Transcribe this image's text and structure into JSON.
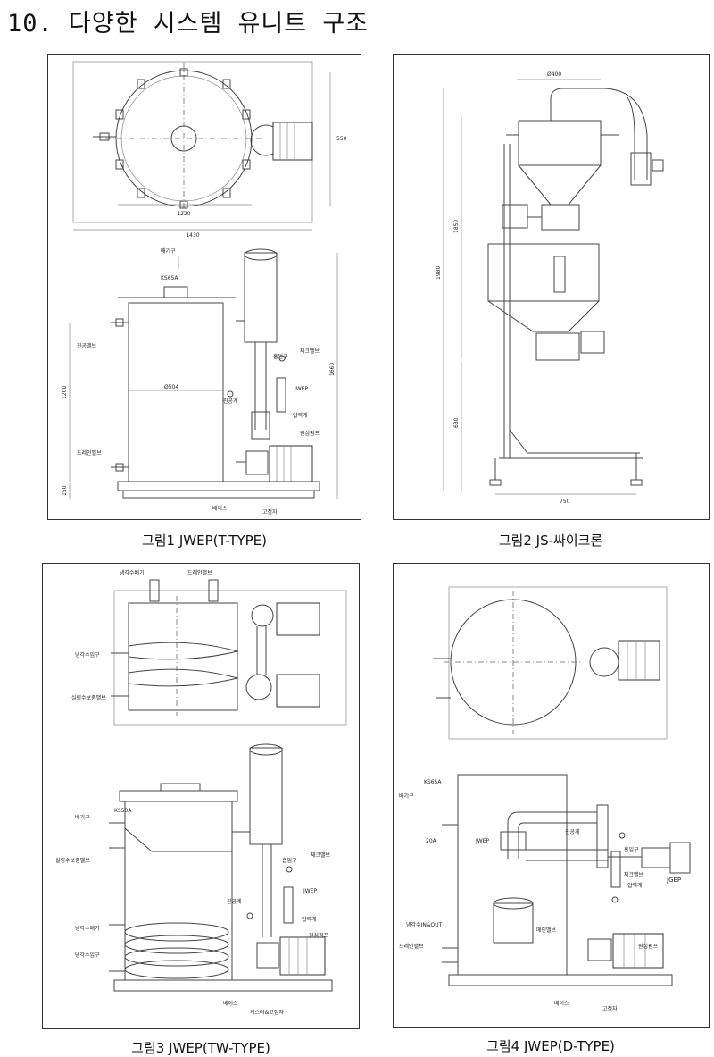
{
  "title": "10. 다양한 시스템 유니트 구조",
  "figures": [
    {
      "caption": "그림1 JWEP(T-TYPE)",
      "labels": {
        "exhaust": "배기구",
        "ks_top": "KS65A",
        "vacuum_valve": "진공밸브",
        "drain_valve": "드레인밸브",
        "inlet": "흡입구",
        "check_valve": "체크밸브",
        "vacuum_gauge": "진공계",
        "jwep": "JWEP",
        "pressure_gauge": "압력계",
        "pump": "원심펌프",
        "base": "베이스",
        "stand": "고정자",
        "dim_width1": "1220",
        "dim_width2": "1430",
        "dim_height_top": "550",
        "dim_dia": "Ø504",
        "dim_h1": "1200",
        "dim_h2": "1660",
        "dim_base": "150"
      }
    },
    {
      "caption": "그림2 JS-싸이크론",
      "labels": {
        "dim_dia": "Ø400",
        "dim_h1": "1850",
        "dim_h2": "1980",
        "dim_h3": "630",
        "dim_w": "750"
      }
    },
    {
      "caption": "그림3 JWEP(TW-TYPE)",
      "labels": {
        "cool_out": "냉각수배기",
        "drain_valve": "드레인밸브",
        "cool_in": "냉각수입구",
        "seal_valve": "실링수보충밸브",
        "exhaust": "배기구",
        "ks": "KS50A",
        "seal_valve2": "실링수보충밸브",
        "inlet": "흡입구",
        "check_valve": "체크밸브",
        "jwep": "JWEP",
        "vacuum_gauge": "진공계",
        "pressure_gauge": "압력계",
        "pump": "원심펌프",
        "cool_out2": "냉각수배기",
        "cool_in2": "냉각수입구",
        "base": "베이스",
        "caster": "케스터&고정자"
      }
    },
    {
      "caption": "그림4 JWEP(D-TYPE)",
      "labels": {
        "exhaust": "배기구",
        "ks": "KS65A",
        "size": "20A",
        "jwep": "JWEP",
        "vacuum_gauge": "진공계",
        "inlet": "흡입구",
        "check_valve": "체크밸브",
        "pressure_gauge": "압력계",
        "jgep": "JGEP",
        "cool_inout": "냉각수IN&OUT",
        "drain_valve": "드레인밸브",
        "drain_valve2": "메인밸브",
        "pump": "원심펌프",
        "base": "베이스",
        "stand": "고정자"
      }
    }
  ]
}
